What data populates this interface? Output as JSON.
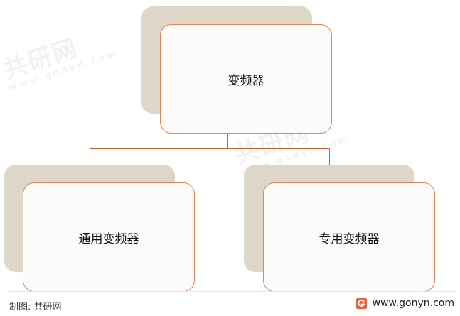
{
  "diagram": {
    "root": {
      "label": "变频器"
    },
    "children": [
      {
        "label": "通用变频器"
      },
      {
        "label": "专用变频器"
      }
    ]
  },
  "watermark": {
    "brand": "共研网",
    "url": "www.gonyn.com"
  },
  "footer": {
    "source": "制图: 共研网",
    "site": "www.gonyn.com"
  },
  "colors": {
    "node_border": "#d98a58",
    "shadow": "#ded6c6",
    "connector": "#b8663e",
    "logo": "#e8623a"
  }
}
